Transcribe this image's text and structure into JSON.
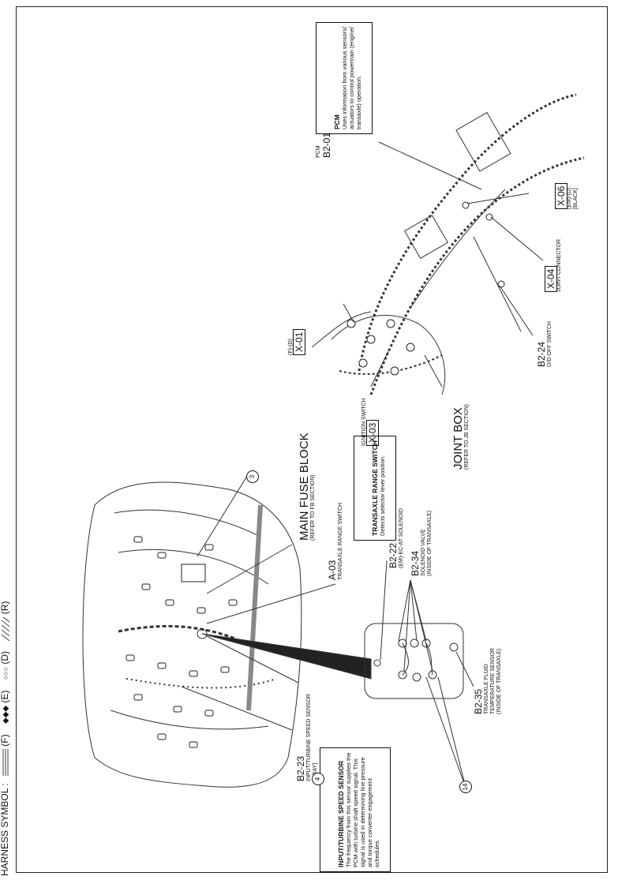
{
  "header": {
    "label": "HARNESS SYMBOL :",
    "symbols": [
      {
        "code": "(F)",
        "pattern": "dense-hatch"
      },
      {
        "code": "(E)",
        "pattern": "diamonds"
      },
      {
        "code": "(D)",
        "pattern": "circles"
      },
      {
        "code": "(R)",
        "pattern": "diagonal-hatch"
      }
    ]
  },
  "components": {
    "b2_23": {
      "code": "B2-23",
      "name": "INPUT/TURBINE SPEED SENSOR",
      "sub": "[GRAY]"
    },
    "a_03": {
      "code": "A-03",
      "name": "TRANSAXLE RANGE SWITCH"
    },
    "main_fuse": {
      "title": "MAIN FUSE BLOCK",
      "sub": "(REFER TO FB SECTION)"
    },
    "b2_22": {
      "code": "B2-22",
      "name": "(EM)-EC-AT SOLENOID"
    },
    "b2_34": {
      "code": "B2-34",
      "name": "SOLENOID VALVE",
      "sub": "(INSIDE OF TRANSAXLE)"
    },
    "b2_35": {
      "code": "B2-35",
      "name": "TRANSAXLE FLUID",
      "name2": "TEMPERATURE SENSOR",
      "sub": "(INSIDE OF TRANSAXLE)"
    },
    "x_03": {
      "code": "X-03",
      "name": "IGNITION SWITCH"
    },
    "x_01": {
      "code": "X-01",
      "sub": "(F)-(D)"
    },
    "joint_box": {
      "title": "JOINT BOX",
      "sub": "(REFER TO JB SECTION)"
    },
    "b2_24": {
      "code": "B2-24",
      "name": "O/D OFF SWITCH"
    },
    "x_04": {
      "code": "X-04",
      "name": "JOINT CONNECTOR"
    },
    "x_06": {
      "code": "X-06",
      "sub": "(EM)-(D)",
      "sub2": "[BLACK]"
    },
    "b2_01": {
      "code": "B2-01",
      "sub": "PCM"
    }
  },
  "notes": {
    "input_turbine": {
      "title": "INPUT/TURBINE SPEED SENSOR",
      "body": "The frequency from this sensor supplies the\nPCM with turbine shaft speed signal. This\nsignal is used in determining line pressure\nand torque converter engagement\nschedules."
    },
    "tr_switch": {
      "title": "TRANSAXLE RANGE SWITCH",
      "body": "Detects selector lever position."
    },
    "pcm": {
      "title": "PCM",
      "body": "Uses information from various sensors/\nactuators to control powertrain (engine/\ntransaxle) operation."
    }
  },
  "callouts": {
    "c3": "3",
    "c4": "4",
    "c14": "14"
  }
}
